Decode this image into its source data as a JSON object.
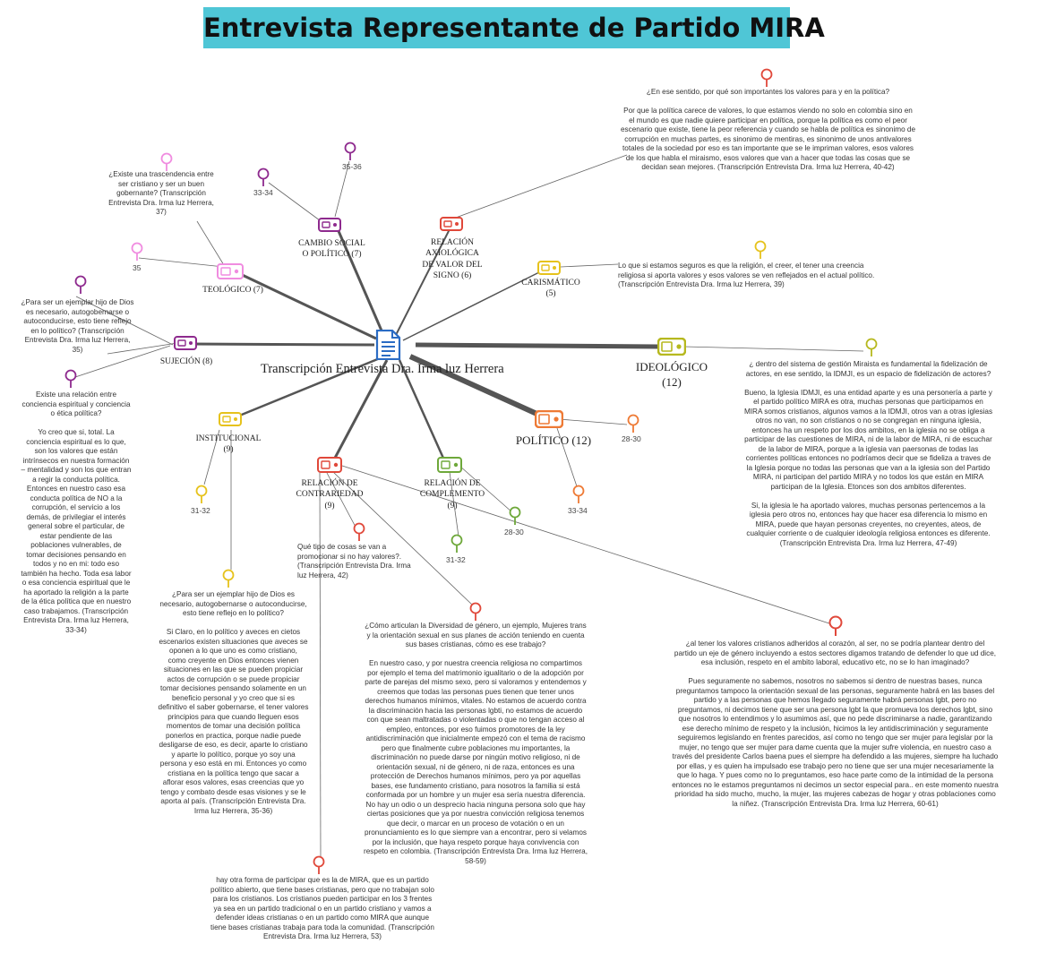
{
  "title": "Entrevista Representante de Partido MIRA",
  "center": {
    "label": "Transcripción Entrevista Dra. Irma luz Herrera"
  },
  "colors": {
    "title_bg": "#4fc6d6",
    "purple": "#8e2a8e",
    "pink": "#f08ce0",
    "red": "#e0483a",
    "yellow": "#e6c21c",
    "olive": "#b6b81e",
    "orange": "#ee7a35",
    "green": "#6ea83a",
    "line": "#555555"
  },
  "codes": {
    "cambio": {
      "label": "CAMBIO SOCIAL\nO POLÍTICO (7)"
    },
    "relacion_axiologica": {
      "label": "RELACIÓN\nAXIOLÓGICA\nDE VALOR DEL\nSIGNO (6)"
    },
    "carismatico": {
      "label": "CARISMÁTICO\n(5)"
    },
    "teologico": {
      "label": "TEOLÓGICO (7)"
    },
    "sujecion": {
      "label": "SUJECIÓN (8)"
    },
    "ideologico": {
      "label": "IDEOLÓGICO\n(12)"
    },
    "institucional": {
      "label": "INSTITUCIONAL\n(9)"
    },
    "contrariedad": {
      "label": "RELACIÓN DE\nCONTRARIEDAD\n(9)"
    },
    "complemento": {
      "label": "RELACIÓN DE\nCOMPLEMENTO\n(9)"
    },
    "politico": {
      "label": "POLÍTICO (12)"
    }
  },
  "pin_labels": {
    "p3334a": "33-34",
    "p3536": "35-36",
    "p35": "35",
    "p2830a": "28-30",
    "p3334b": "33-34",
    "p3132a": "31-32",
    "p2830b": "28-30",
    "p3132b": "31-32"
  },
  "quotes": {
    "valores": "¿En ese sentido, por qué son importantes los valores para y en la política?\n\nPor que la política carece de valores, lo que estamos viendo no solo en colombia sino en\nel mundo es que nadie quiere participar en política, porque la política es como el peor\nescenario que existe, tiene la peor referencia y cuando se habla de política es sinonimo de\ncorrupción en muchas partes, es sinonimo de mentiras, es sinonimo de unos antivalores\ntotales de la sociedad por eso es tan importante que se le impriman valores, esos valores\nde los que habla el miraismo, esos valores que van a hacer que todas las cosas que se\ndecidan sean mejores.  (Transcripción Entrevista Dra. Irma luz Herrera, 40-42)",
    "trascendencia": "¿Existe una trascendencia entre\nser cristiano y ser un buen\ngobernante? (Transcripción\nEntrevista Dra. Irma luz Herrera,\n37)",
    "religion": "Lo que si estamos seguros es que la religión, el creer, el tener una creencia\nreligiosa si aporta valores y esos valores se ven reflejados en el actual político.\n(Transcripción Entrevista Dra. Irma luz Herrera, 39)",
    "ejemplar1": "¿Para ser un ejemplar hijo de Dios\nes necesario, autogobernarse o\nautoconducirse, esto tiene reflejo\nen lo político? (Transcripción\nEntrevista Dra. Irma luz Herrera,\n35)",
    "fidelizacion": "¿ dentro del sistema de gestión Miraista es fundamental la fidelización de\nactores, en ese sentido, la IDMJI, es un espacio de fidelización de actores?\n\nBueno, la Iglesia IDMJI, es una entidad aparte y es una personería a parte y\nel partido político MIRA es otra, muchas personas que participamos en\nMIRA somos cristianos, algunos vamos a la IDMJI, otros van a otras iglesias\notros no van, no son cristianos o no se congregan en ninguna iglesia,\nentonces ha un respeto por los dos ambitos, en la iglesia no se obliga a\nparticipar de las cuestiones de MIRA, ni de la labor de MIRA, ni de escuchar\nde la labor de MIRA, porque a la iglesia van paersonas de todas las\ncorrientes políticas entonces no podríamos decir que se fideliza a traves de\nla Iglesia porque no todas las personas que van a la iglesia son del Partido\nMIRA, ni participan del partido MIRA y no todos los que están en MIRA\nparticipan de la Iglesia. Etonces son dos ambitos diferentes.\n\nSi, la iglesia le ha aportado valores, muchas personas pertencemos a la\niglesia pero otros no, entonces hay que hacer esa diferencia lo mismo en\nMIRA, puede que hayan personas creyentes, no creyentes, ateos, de\ncualquier corriente o de cualquier ideología religiosa entonces es diferente.\n(Transcripción Entrevista Dra. Irma luz Herrera, 47-49)",
    "conciencia": "Existe una relación entre\nconciencia espiritual y conciencia\no ética política?\n\nYo creo que si, total. La\nconciencia espiritual es lo que,\nson los valores que están\nintrínsecos en nuestra formación\n– mentalidad y son los que entran\na regir la conducta política.\nEntonces en nuestro caso esa\nconducta política de NO a la\ncorrupción, el servicio a los\ndemás, de privilegiar el interés\ngeneral sobre el particular, de\nestar pendiente de las\npoblaciones vulnerables, de\ntomar decisiones pensando en\ntodos y no en mi: todo eso\ntambién ha hecho. Toda esa labor\no esa conciencia espiritual que le\nha aportado la religión a la parte\nde la ética política que en nuestro\ncaso trabajamos. (Transcripción\nEntrevista Dra. Irma luz Herrera,\n33-34)",
    "que_tipo": "Qué tipo de cosas se van a\npromocionar si no hay valores?.\n(Transcripción Entrevista Dra. Irma\nluz Herrera, 42)",
    "ejemplar2": "¿Para ser un ejemplar hijo de Dios es\nnecesario, autogobernarse o autoconducirse,\nesto tiene reflejo en lo político?\n\nSi Claro, en lo político y aveces en cietos\nescenarios existen situaciones que aveces se\noponen a lo que uno es como cristiano,\ncomo creyente en Dios entonces vienen\nsituaciones en las que se pueden propiciar\nactos de corrupción o se puede propiciar\ntomar decisiones pensando solamente en un\nbeneficio personal y yo creo que si es\ndefinitivo el saber gobernarse, el tener valores\nprincipios para que cuando lleguen esos\nmomentos de tomar una decisión política\nponerlos en practica, porque nadie puede\ndesligarse de eso, es decir, aparte lo cristiano\ny aparte lo político, porque yo soy una\npersona y eso está en mi. Entonces yo como\ncristiana en la política tengo que sacar a\naflorar esos valores, esas creencias que yo\ntengo y combato desde esas visiones y se le\naporta al país. (Transcripción Entrevista Dra.\nIrma luz Herrera, 35-36)",
    "genero": "¿Cómo articulan la Diversidad de género, un ejemplo, Mujeres trans\ny la orientación sexual en sus planes de acción teniendo en cuenta\nsus bases cristianas, cómo es ese trabajo?\n\nEn nuestro caso, y por nuestra creencia religiosa no compartimos\npor ejemplo el tema del matrimonio igualitario o de la adopción por\nparte de parejas del mismo sexo, pero si valoramos y entendemos y\ncreemos que todas las personas pues tienen que tener unos\nderechos humanos mínimos, vitales. No estamos de acuerdo contra\nla discriminación hacia las personas lgbti, no estamos de acuerdo\ncon que sean maltratadas o violentadas o que no tengan acceso al\nempleo, entonces, por eso fuimos promotores de la ley\nantidiscriminación que inicialmente empezó con el tema de racismo\npero que finalmente cubre poblaciones mu importantes, la\ndiscriminación no puede darse por ningún motivo religioso, ni de\norientación sexual, ni de género, ni de raza, entonces es una\nprotección de Derechos humanos mínimos, pero ya por aquellas\nbases, ese fundamento cristiano, para nosotros la familia si está\nconformada por un hombre y un mujer esa sería nuestra diferencia.\nNo hay un odio o un desprecio hacia ninguna persona solo que hay\nciertas posiciones que ya por nuestra convicción religiosa tenemos\nque decir, o marcar en un proceso de votación o en un\npronunciamiento es lo que siempre van a encontrar, pero si velamos\npor la inclusión, que haya respeto porque haya convivencia con\nrespeto en colombia. (Transcripción Entrevista Dra. Irma luz Herrera,\n58-59)",
    "cristianos": "¿al tener los valores cristianos adheridos al corazón, al ser, no se podría plantear dentro del\npartido un eje de género incluyendo a estos sectores digamos tratando de defender lo que ud dice,\nesa inclusión, respeto en el ambito laboral, educativo etc, no se lo han imaginado?\n\nPues seguramente no sabemos, nosotros no sabemos si dentro de nuestras bases, nunca\npreguntamos tampoco la orientación sexual de las personas, seguramente habrá en las bases del\npartido y a las personas que hemos llegado seguramente habrá personas lgbt, pero no\npreguntamos, ni decimos tiene que ser una persona lgbt la que promueva los derechos lgbt, sino\nque nosotros lo entendimos y lo asumimos así, que no pede discriminarse a nadie, garantizando\nese derecho mínimo de respeto y la inclusión, hicimos la ley antidiscriminación y seguramente\nseguiremos legislando en frentes parecidos, así como no tengo que ser mujer para legislar por la\nmujer, no tengo que ser mujer para dame cuenta que la mujer sufre violencia, en nuestro caso a\ntravés del presidente Carlos baena pues el siempre ha defendido a las mujeres, siempre ha luchado\npor ellas, y es quien ha impulsado ese trabajo pero no tiene que ser una mujer necesariamente la\nque lo haga. Y pues como no lo preguntamos, eso hace parte como de la intimidad de la persona\nentonces no le estamos preguntamos ni decimos un sector especial para.. en este momento nuestra\nprioridad ha sido mucho, mucho, la mujer, las mujeres cabezas de hogar y otras poblaciones como\nla niñez. (Transcripción Entrevista Dra. Irma luz Herrera, 60-61)",
    "otra_forma": "hay otra forma de participar que es la de MIRA, que es un partido\npolítico abierto, que tiene bases cristianas, pero que no trabajan solo\npara los cristianos. Los cristianos pueden participar en los 3 frentes\nya sea en un partido tradicional o en un partido cristiano y vamos a\ndefender ideas cristianas o en un partido como MIRA que aunque\ntiene bases cristianas trabaja para toda la comunidad. (Transcripción\nEntrevista Dra. Irma luz Herrera, 53)"
  }
}
